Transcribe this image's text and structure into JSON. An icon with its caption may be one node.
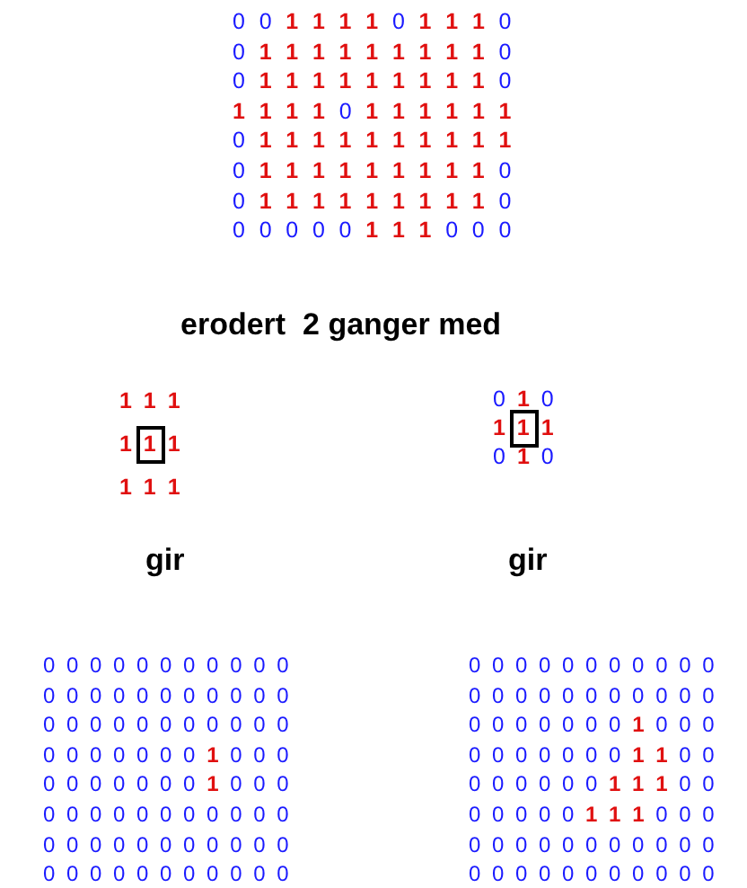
{
  "diagram": {
    "labels": [
      "0 0 **1 1 1 1** 0 **1 1 1** 0",
      "0 **1 1 1 1 1 1 1 1 1** 0",
      "0 **1 1 1 1 1 1 1 1 1** 0",
      "**1 1 1 1** 0 **1 1 1 1 1 1**",
      "0 **1 1 1 1 1 1 1 1 1 1**",
      "0 **1 1 1 1 1 1 1 1 1** 0",
      "0 **1 1 1 1 1 1 1 1 1** 0",
      "0 0 0 0 0 **1 1 1** 0 0 0",
      "erodert  2 ganger med",
      "**1 1 1**",
      "**1 1 1**",
      "**1 1 1**",
      "0 **1** 0",
      "**1 1 1**",
      "0 **1** 0",
      "gir",
      "gir",
      "0 0 0 0 0 0 0 0 0 0 0",
      "0 0 0 0 0 0 0 0 0 0 0",
      "0 0 0 0 0 0 0 0 0 0 0",
      "0 0 0 0 0 0 0 **1** 0 0 0",
      "0 0 0 0 0 0 0 **1** 0 0 0",
      "0 0 0 0 0 0 0 0 0 0 0",
      "0 0 0 0 0 0 0 0 0 0 0",
      "0 0 0 0 0 0 0 0 0 0 0",
      "0 0 0 0 0 0 0 0 0 0 0",
      "0 0 0 0 0 0 0 0 0 0 0",
      "0 0 0 0 0 0 0 **1** 0 0 0",
      "0 0 0 0 0 0 0 **1 1** 0 0",
      "0 0 0 0 0 0 **1 1 1** 0 0",
      "0 0 0 0 0 **1 1 1** 0 0 0",
      "0 0 0 0 0 0 0 0 0 0 0",
      "0 0 0 0 0 0 0 0 0 0 0"
    ]
  }
}
